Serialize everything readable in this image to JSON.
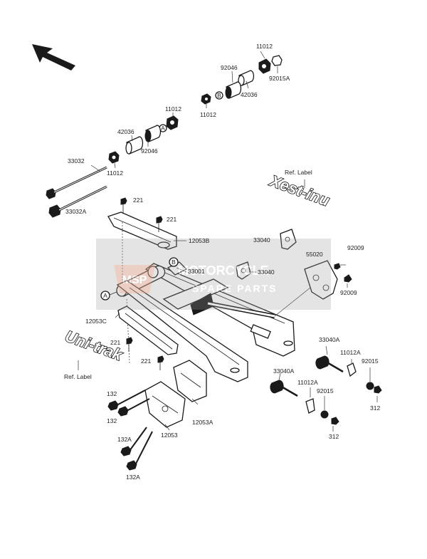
{
  "labels": {
    "p11012_top": "11012",
    "p92046_top": "92046",
    "p42036_top": "42036",
    "p92015a": "92015A",
    "p11012_mid": "11012",
    "p11012_upper": "11012",
    "p42036_left": "42036",
    "p92046_left": "92046",
    "p33032": "33032",
    "p11012_left": "11012",
    "p33032a": "33032A",
    "ref_label_top": "Ref. Label",
    "p221_a": "221",
    "p221_b": "221",
    "p12053b": "12053B",
    "p33040_a": "33040",
    "p92009_a": "92009",
    "p55020": "55020",
    "p33001": "33001",
    "p33040_b": "33040",
    "p92009_b": "92009",
    "p12053c": "12053C",
    "p33040a_a": "33040A",
    "p11012a_a": "11012A",
    "p92015_a": "92015",
    "p221_c": "221",
    "p221_d": "221",
    "ref_label_bottom": "Ref. Label",
    "p33040a_b": "33040A",
    "p11012a_b": "11012A",
    "p92015_b": "92015",
    "p312_a": "312",
    "p312_b": "312",
    "p132_a": "132",
    "p132_b": "132",
    "p12053a": "12053A",
    "p12053": "12053",
    "p132a_a": "132A",
    "p132a_b": "132A"
  },
  "markers": {
    "A_top": "A",
    "B_top": "B",
    "A_arm": "A",
    "B_arm": "B"
  },
  "decals": {
    "top": "Xest-inu",
    "bottom": "Uni-trak"
  },
  "watermark": {
    "line1": "MOTORCYCLE",
    "line2": "SPARE PARTS",
    "badge": "MSP"
  },
  "colors": {
    "watermark": "#8a8a8a",
    "watermark_badge": "#d9a08a",
    "ink": "#1a1a1a"
  }
}
